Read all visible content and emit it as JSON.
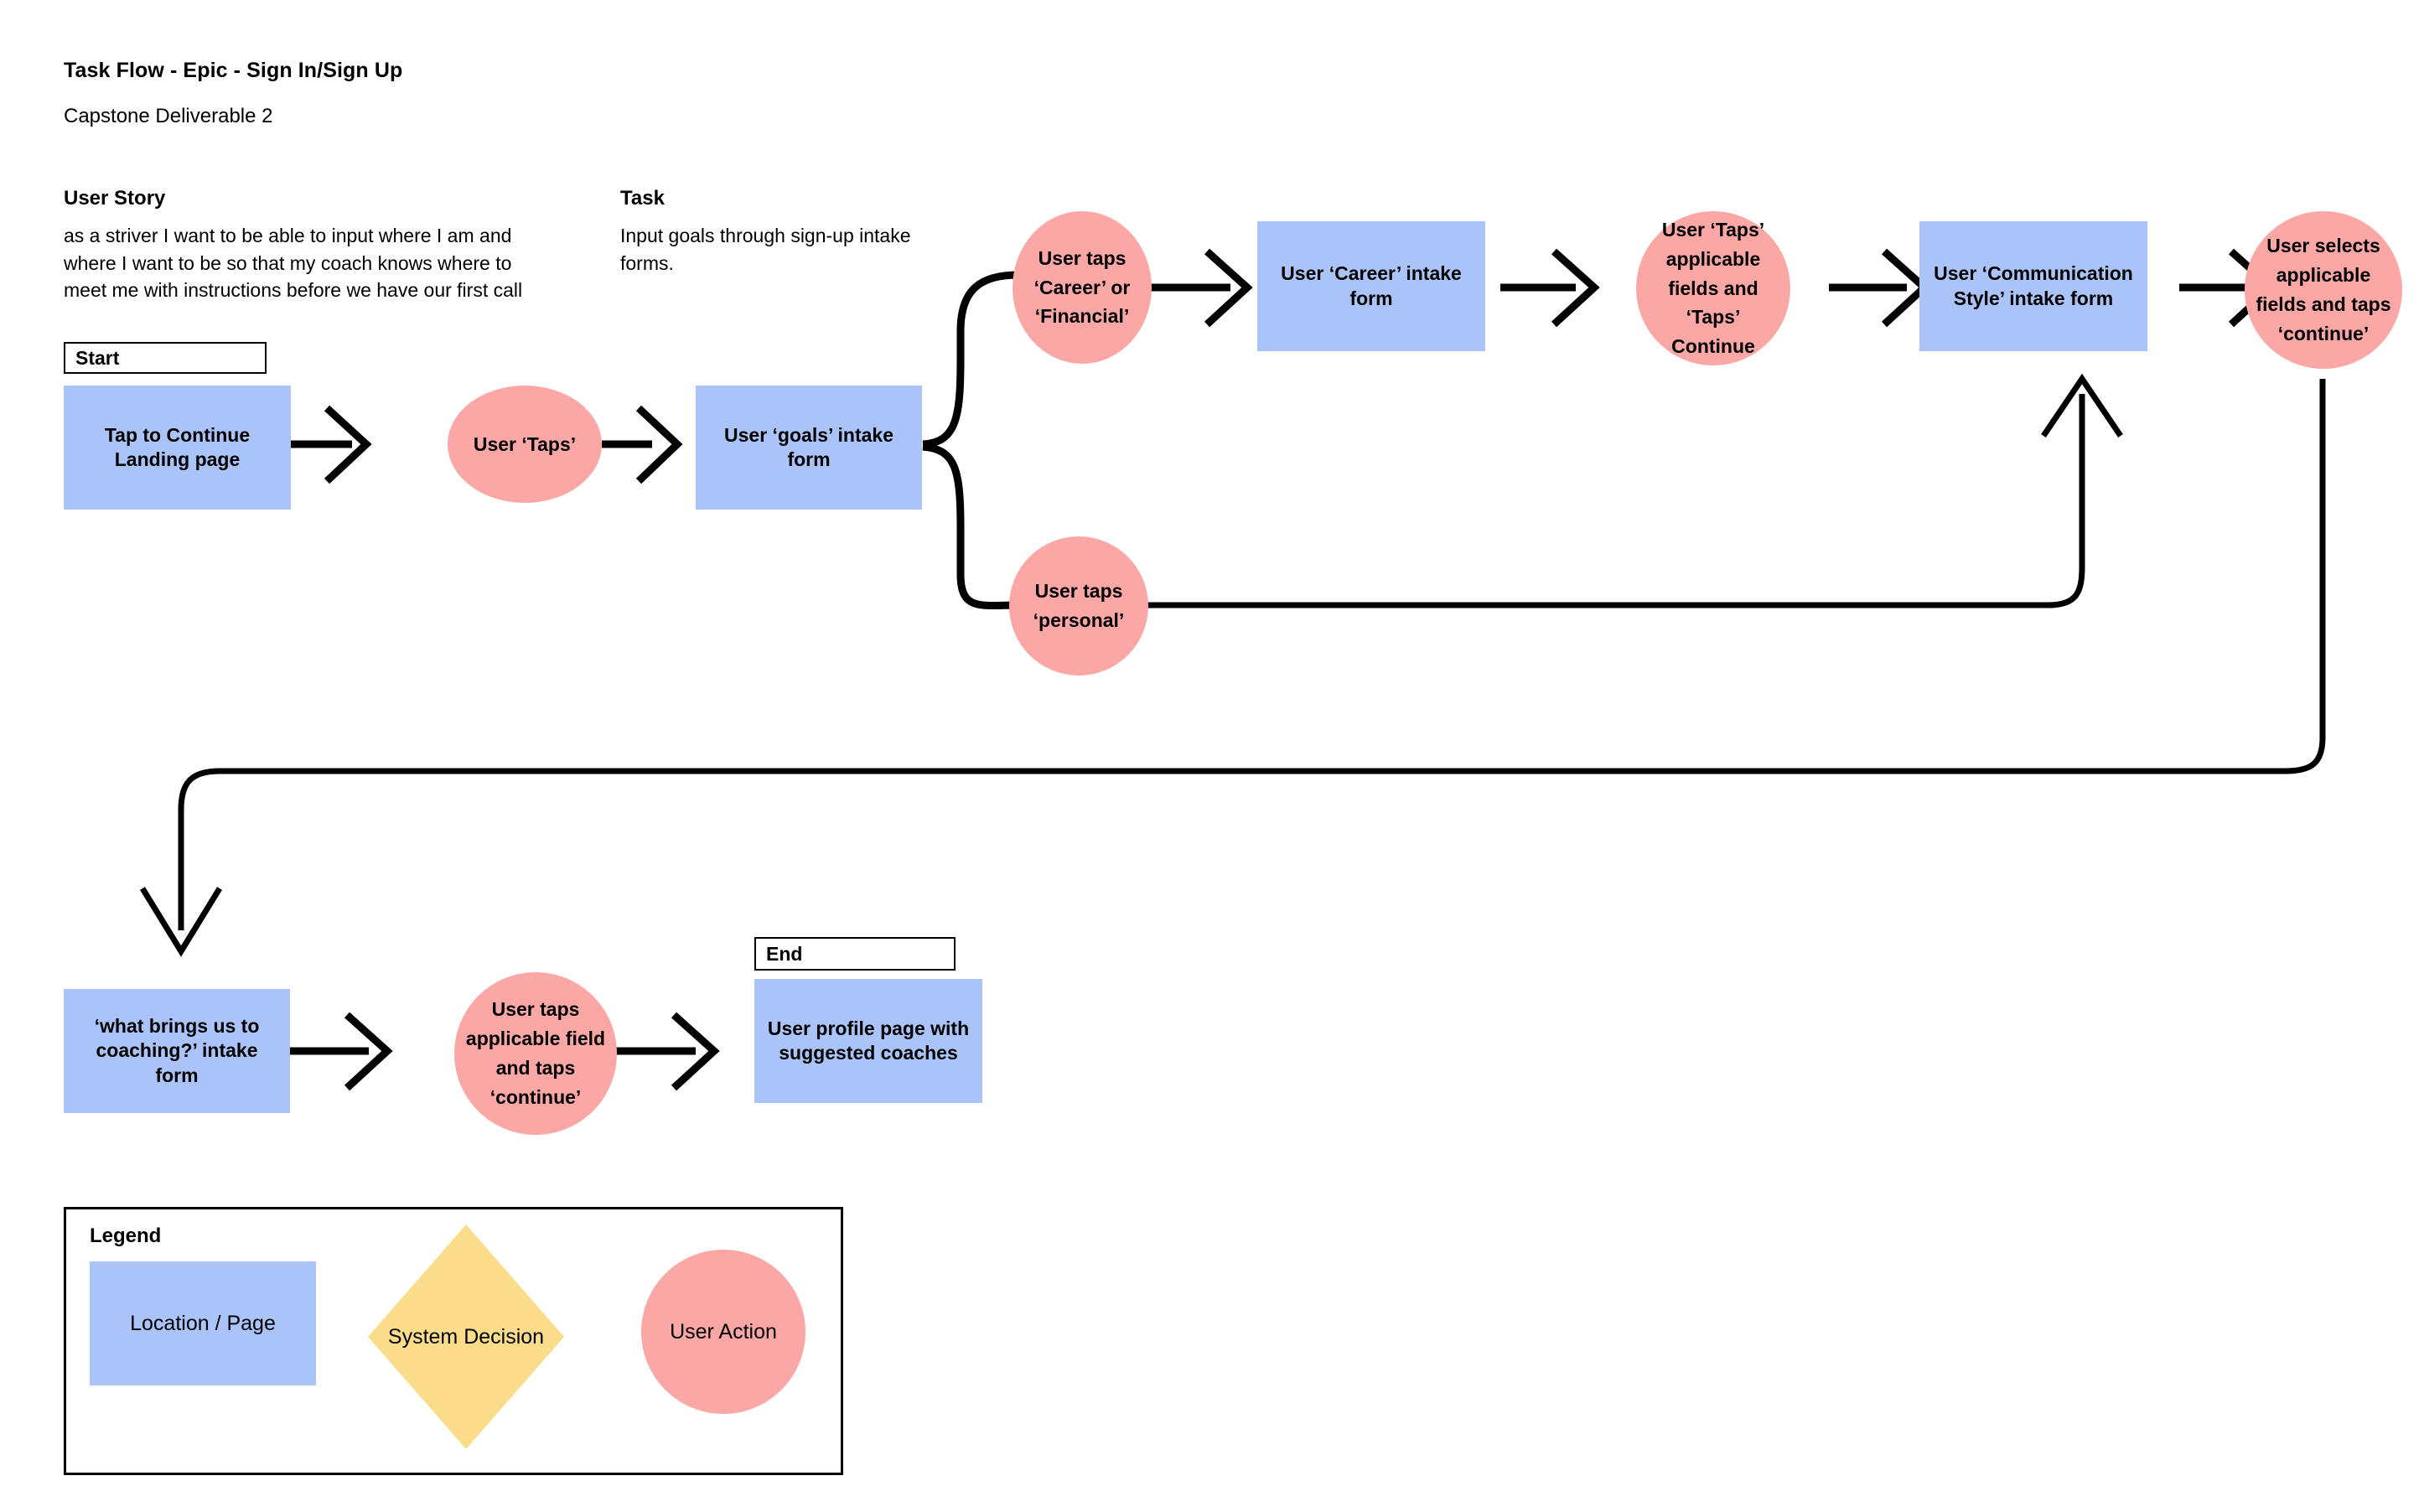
{
  "header": {
    "title": "Task Flow - Epic - Sign In/Sign Up",
    "subtitle": "Capstone Deliverable 2"
  },
  "user_story": {
    "heading": "User Story",
    "body": "as a striver I want to be able to input where I am and where I want to be so that my coach knows where to meet me with instructions before we have our first call"
  },
  "task": {
    "heading": "Task",
    "body": "Input goals through sign-up intake forms."
  },
  "terminators": {
    "start": "Start",
    "end": "End"
  },
  "nodes": {
    "landing_page": "Tap to Continue Landing page",
    "user_taps": "User ‘Taps’",
    "goals_form": "User ‘goals’ intake form",
    "taps_career_financial": "User taps ‘Career’ or ‘Financial’",
    "career_form": "User ‘Career’ intake form",
    "taps_fields_continue": "User ‘Taps’ applicable fields and ‘Taps’ Continue",
    "communication_form": "User ‘Communication Style’ intake form",
    "selects_fields_continue": "User selects applicable fields and taps ‘continue’",
    "taps_personal": "User taps ‘personal’",
    "coaching_form": "‘what brings us to coaching?’ intake form",
    "taps_applicable_continue": "User taps applicable field and taps ‘continue’",
    "profile_page": "User profile page with suggested coaches"
  },
  "legend": {
    "title": "Legend",
    "items": [
      {
        "label": "Location / Page",
        "shape": "rectangle",
        "color": "#aac4fa"
      },
      {
        "label": "System Decision",
        "shape": "diamond",
        "color": "#fbdc8a"
      },
      {
        "label": "User Action",
        "shape": "ellipse",
        "color": "#fba7a5"
      }
    ]
  },
  "colors": {
    "page": "#aac4fa",
    "action": "#fba7a5",
    "decision": "#fbdc8a",
    "stroke": "#000000",
    "background": "#ffffff"
  }
}
